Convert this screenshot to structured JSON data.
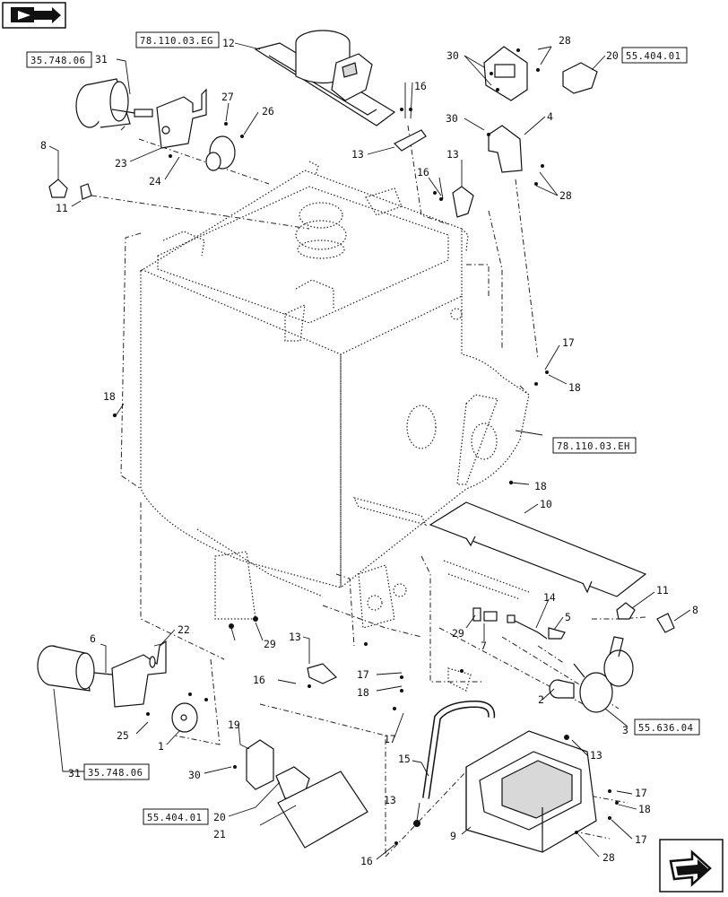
{
  "icons": {
    "top_left": "book-arrow-icon",
    "bottom_right": "next-page-arrow-icon"
  },
  "refs": {
    "r1": "78.110.03.EG",
    "r2": "35.748.06",
    "r3": "55.404.01",
    "r4": "78.110.03.EH",
    "r5": "55.636.04",
    "r6": "35.748.06",
    "r7": "55.404.01"
  },
  "callouts": {
    "c12": "12",
    "c31a": "31",
    "c28a": "28",
    "c30a": "30",
    "c20a": "20",
    "c16a": "16",
    "c27": "27",
    "c26": "26",
    "c8a": "8",
    "c23": "23",
    "c24": "24",
    "c11a": "11",
    "c13a": "13",
    "c30b": "30",
    "c4": "4",
    "c16b": "16",
    "c13b": "13",
    "c28b": "28",
    "c17a": "17",
    "c18a": "18",
    "c18b": "18",
    "c18c": "18",
    "c10": "10",
    "c11b": "11",
    "c8b": "8",
    "c14": "14",
    "c5": "5",
    "c29a": "29",
    "c7": "7",
    "c22": "22",
    "c6": "6",
    "c29b": "29",
    "c13c": "13",
    "c16c": "16",
    "c17b": "17",
    "c18d": "18",
    "c2": "2",
    "c3": "3",
    "c13d": "13",
    "c25": "25",
    "c1": "1",
    "c17c": "17",
    "c19": "19",
    "c15": "15",
    "c30c": "30",
    "c13e": "13",
    "c17d": "17",
    "c18e": "18",
    "c31b": "31",
    "c20b": "20",
    "c21": "21",
    "c9": "9",
    "c17e": "17",
    "c16d": "16",
    "c28c": "28"
  }
}
